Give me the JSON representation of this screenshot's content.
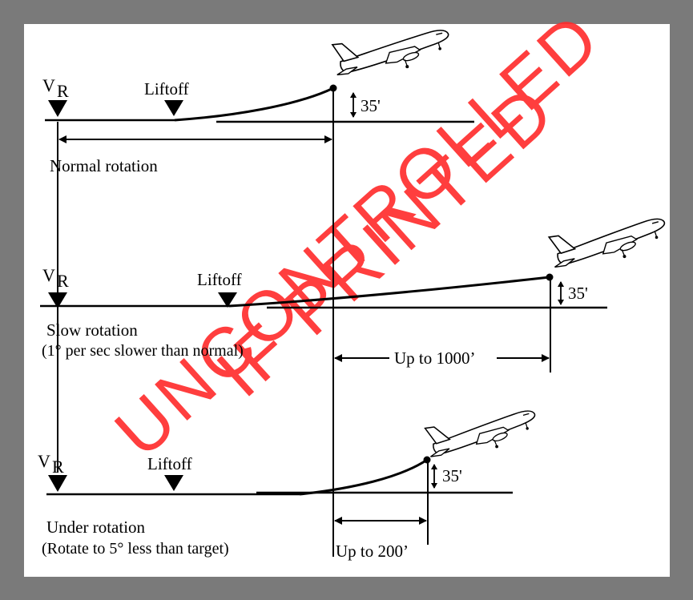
{
  "watermark": {
    "line1": "UNCONTROLLED",
    "line2": "IF PRINTED",
    "color": "#ff2a2a"
  },
  "colors": {
    "frame": "#7a7a7a",
    "panel": "#ffffff",
    "ink": "#000000"
  },
  "scenarios": {
    "normal": {
      "vr_main": "V",
      "vr_sub": "R",
      "liftoff": "Liftoff",
      "height": "35'",
      "caption": "Normal rotation",
      "icon": "airplane-icon"
    },
    "slow": {
      "vr_main": "V",
      "vr_sub": "R",
      "liftoff": "Liftoff",
      "height": "35'",
      "caption_line1": "Slow rotation",
      "caption_line2": "(1° per sec slower than normal)",
      "distance": "Up to 1000’",
      "icon": "airplane-icon"
    },
    "under": {
      "vr_main": "V",
      "vr_sub": "R",
      "liftoff": "Liftoff",
      "height": "35'",
      "caption_line1": "Under rotation",
      "caption_line2": "(Rotate to 5° less than target)",
      "distance": "Up to 200’",
      "icon": "airplane-icon"
    }
  }
}
